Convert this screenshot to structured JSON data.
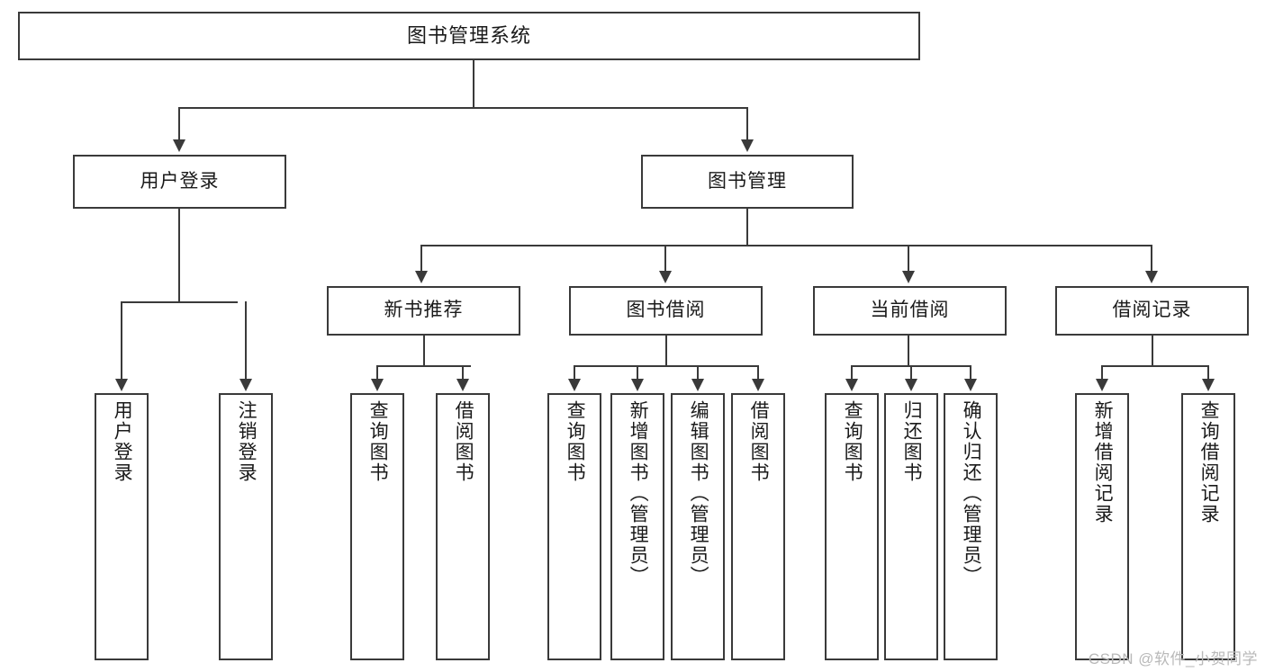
{
  "diagram": {
    "title": "图书管理系统",
    "type": "hierarchy-tree",
    "orientation": "top-down",
    "levels": 3,
    "root": {
      "label": "图书管理系统"
    },
    "level2": [
      {
        "label": "用户登录"
      },
      {
        "label": "图书管理"
      }
    ],
    "level3": [
      {
        "label": "新书推荐"
      },
      {
        "label": "图书借阅"
      },
      {
        "label": "当前借阅"
      },
      {
        "label": "借阅记录"
      }
    ],
    "leaves": {
      "user_login": [
        {
          "label": "用户登录"
        },
        {
          "label": "注销登录"
        }
      ],
      "new_book_recommend": [
        {
          "label": "查询图书"
        },
        {
          "label": "借阅图书"
        }
      ],
      "book_borrow": [
        {
          "label": "查询图书"
        },
        {
          "label": "新增图书（管理员）"
        },
        {
          "label": "编辑图书（管理员）"
        },
        {
          "label": "借阅图书"
        }
      ],
      "current_borrow": [
        {
          "label": "查询图书"
        },
        {
          "label": "归还图书"
        },
        {
          "label": "确认归还（管理员）"
        }
      ],
      "borrow_record": [
        {
          "label": "新增借阅记录"
        },
        {
          "label": "查询借阅记录"
        }
      ]
    }
  },
  "watermark": {
    "text": "CSDN @软件_小贺同学"
  },
  "colors": {
    "stroke": "#3a3a3a",
    "fill": "#ffffff",
    "text": "#1a1a1a",
    "watermark": "#b9b9b9"
  }
}
